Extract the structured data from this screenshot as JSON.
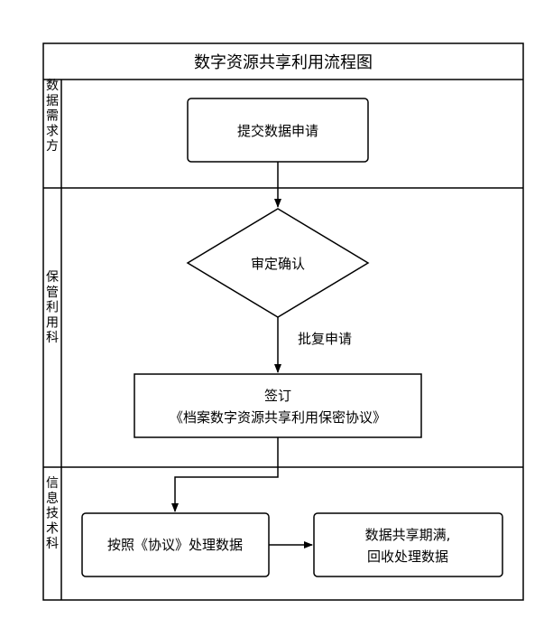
{
  "title": "数字资源共享利用流程图",
  "lanes": [
    {
      "name": "数据需求方"
    },
    {
      "name": "保管利用科"
    },
    {
      "name": "信息技术科"
    }
  ],
  "nodes": {
    "submit": "提交数据申请",
    "review": "审定确认",
    "sign_line1": "签订",
    "sign_line2": "《档案数字资源共享利用保密协议》",
    "process": "按照《协议》处理数据",
    "expire_line1": "数据共享期满,",
    "expire_line2": "回收处理数据"
  },
  "edge_labels": {
    "approve": "批复申请"
  },
  "colors": {
    "stroke": "#000000",
    "background": "#ffffff"
  }
}
